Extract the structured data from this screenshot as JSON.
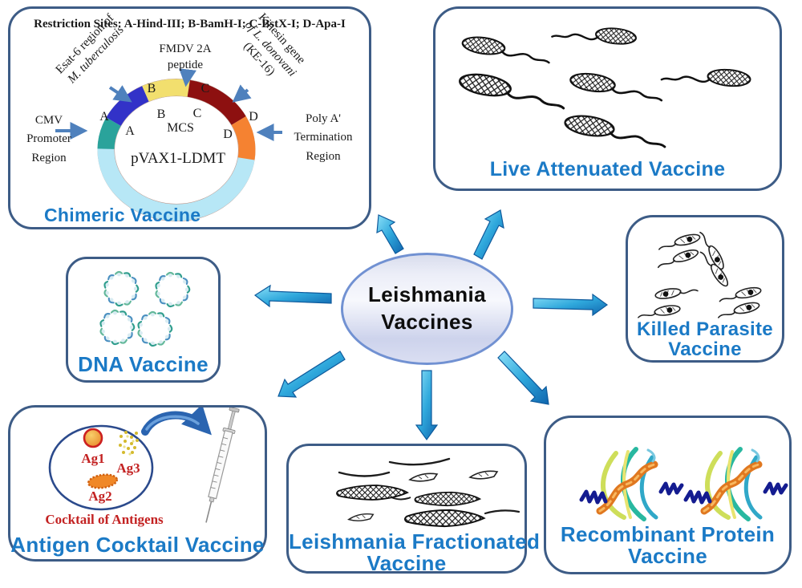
{
  "center": {
    "line1": "Leishmania",
    "line2": "Vaccines"
  },
  "chimeric": {
    "label": "Chimeric Vaccine",
    "restriction_sites": "Restriction Sites: A-Hind-III; B-BamH-I; C-BstX-I; D-Apa-I",
    "esat_line1": "Esat-6 region of",
    "esat_line2": "M. tuberculosis",
    "fmdv_line1": "FMDV 2A",
    "fmdv_line2": "peptide",
    "kinesin_line1": "Kinesin gene",
    "kinesin_line2": "of L. donovani",
    "kinesin_line3": "(KE-16)",
    "cmv_line1": "CMV",
    "cmv_line2": "Promoter",
    "cmv_line3": "Region",
    "polya_line1": "Poly A'",
    "polya_line2": "Termination",
    "polya_line3": "Region",
    "mcs": "MCS",
    "plasmid_name": "pVAX1-LDMT",
    "letters": {
      "a": "A",
      "b": "B",
      "c": "C",
      "d": "D"
    }
  },
  "live_attenuated": {
    "label": "Live Attenuated Vaccine"
  },
  "killed": {
    "line1": "Killed Parasite",
    "line2": "Vaccine"
  },
  "dna": {
    "label": "DNA Vaccine"
  },
  "antigen": {
    "label": "Antigen Cocktail Vaccine",
    "ag1": "Ag1",
    "ag2": "Ag2",
    "ag3": "Ag3",
    "caption": "Cocktail of Antigens"
  },
  "fractionated": {
    "line1": "Leishmania Fractionated",
    "line2": "Vaccine"
  },
  "recombinant": {
    "line1": "Recombinant Protein",
    "line2": "Vaccine"
  },
  "colors": {
    "label_blue": "#1b7ac6",
    "box_border": "#3d5c86",
    "red_label": "#c32222",
    "center_border": "#7191d2",
    "arrow_light": "#8ce0f8",
    "arrow_dark": "#1065ae",
    "plasmid_ring": "#b7e7f6",
    "plasmid_teal": "#2aa39b",
    "plasmid_blue": "#3232c8",
    "plasmid_yellow": "#f2df6e",
    "plasmid_dark_red": "#8d1010",
    "plasmid_orange": "#f58231"
  }
}
